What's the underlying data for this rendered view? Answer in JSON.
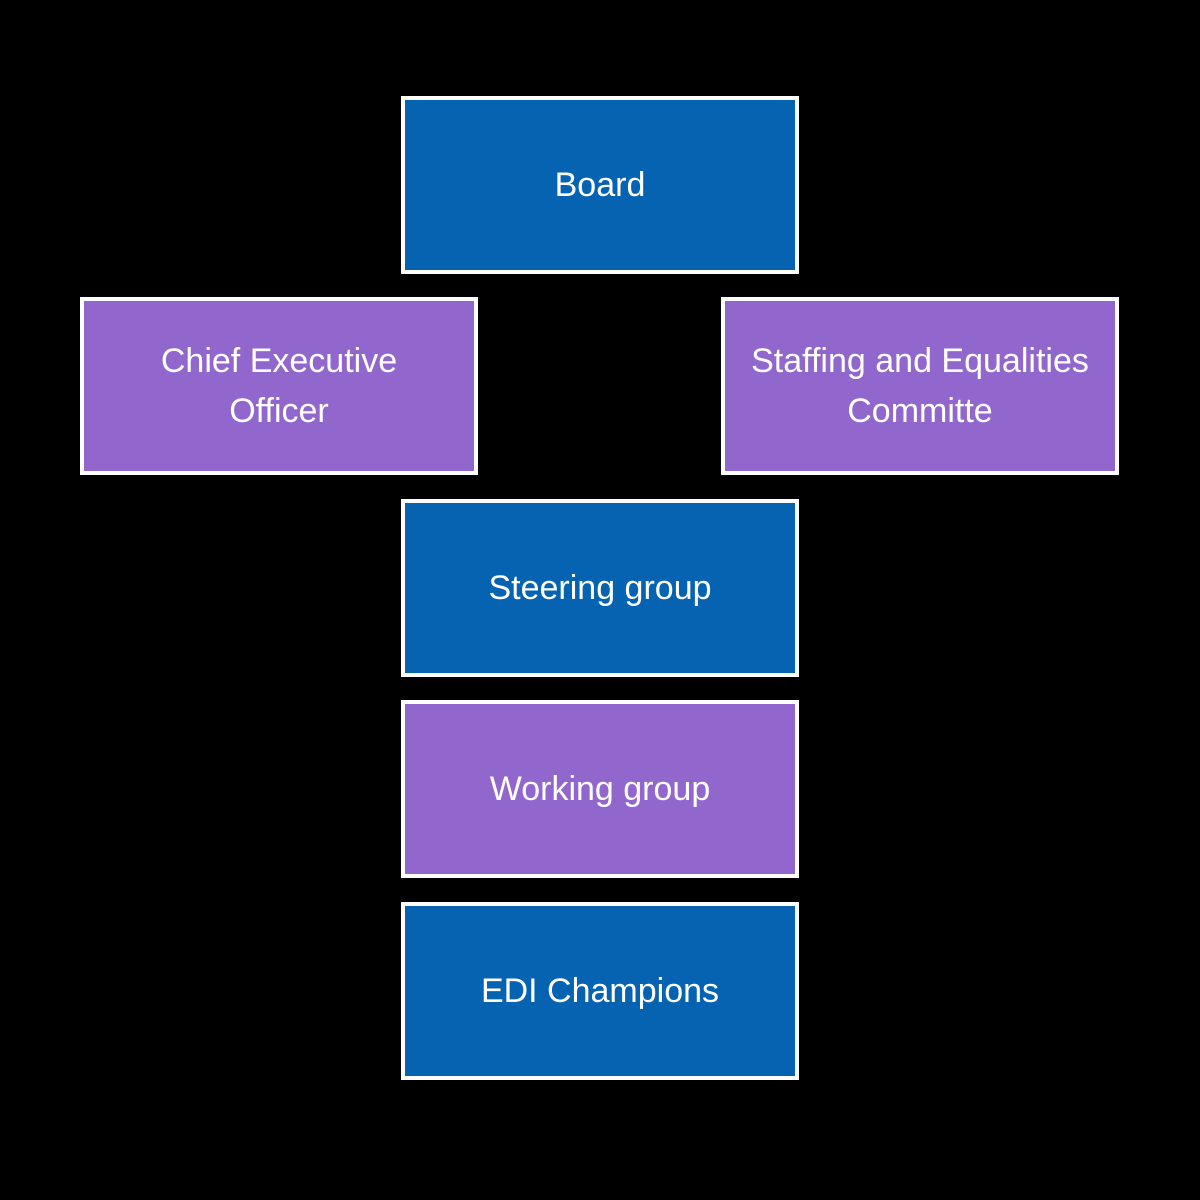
{
  "diagram": {
    "type": "org-chart",
    "nodes": [
      {
        "id": "board",
        "label": "Board",
        "color": "blue"
      },
      {
        "id": "ceo",
        "label": [
          "Chief Executive",
          "Officer"
        ],
        "color": "purple"
      },
      {
        "id": "staffing",
        "label": [
          "Staffing and Equalities",
          "Committe"
        ],
        "color": "purple"
      },
      {
        "id": "steering",
        "label": "Steering group",
        "color": "blue"
      },
      {
        "id": "working",
        "label": "Working group",
        "color": "purple"
      },
      {
        "id": "edi",
        "label": "EDI Champions",
        "color": "blue"
      }
    ]
  },
  "colors": {
    "blue": "#0563b1",
    "purple": "#9166cd",
    "border": "#ffffff",
    "background": "#000000",
    "text": "#ffffff"
  }
}
